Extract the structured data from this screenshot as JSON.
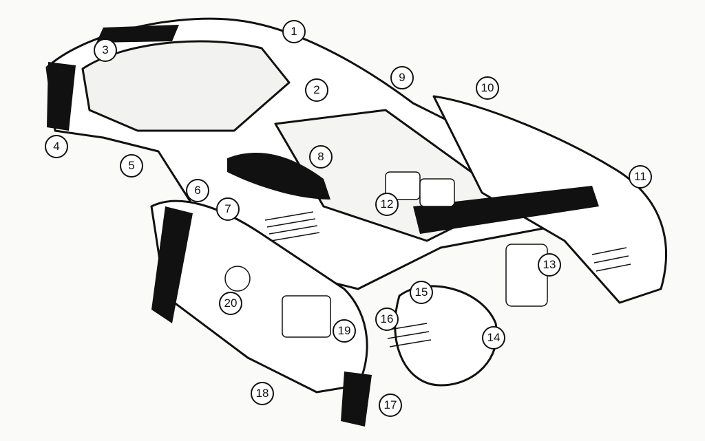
{
  "colors": {
    "ink": "#111111",
    "paper": "#fafaf8",
    "fill": "#ffffff"
  },
  "callouts": [
    {
      "id": "1",
      "label": "1"
    },
    {
      "id": "2",
      "label": "2"
    },
    {
      "id": "3",
      "label": "3"
    },
    {
      "id": "4",
      "label": "4"
    },
    {
      "id": "5",
      "label": "5"
    },
    {
      "id": "6",
      "label": "6"
    },
    {
      "id": "7",
      "label": "7"
    },
    {
      "id": "8",
      "label": "8"
    },
    {
      "id": "9",
      "label": "9"
    },
    {
      "id": "10",
      "label": "10"
    },
    {
      "id": "11",
      "label": "11"
    },
    {
      "id": "12",
      "label": "12"
    },
    {
      "id": "13",
      "label": "13"
    },
    {
      "id": "14",
      "label": "14"
    },
    {
      "id": "15",
      "label": "15"
    },
    {
      "id": "16",
      "label": "16"
    },
    {
      "id": "17",
      "label": "17"
    },
    {
      "id": "18",
      "label": "18"
    },
    {
      "id": "19",
      "label": "19"
    },
    {
      "id": "20",
      "label": "20"
    }
  ]
}
